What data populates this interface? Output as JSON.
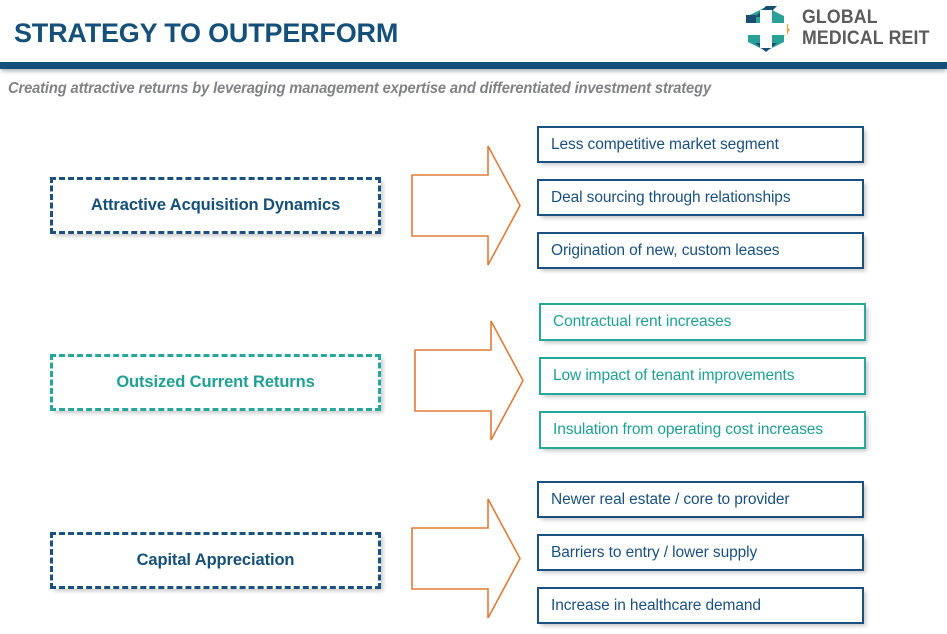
{
  "header": {
    "title": "STRATEGY TO OUTPERFORM",
    "subtitle": "Creating attractive returns by leveraging management expertise and differentiated investment strategy",
    "rule_color": "#15507A",
    "title_color": "#15507A",
    "subtitle_color": "#808285"
  },
  "logo": {
    "mark_name": "global-medical-reit-pinwheel-cross-logo",
    "line1": "GLOBAL",
    "line2": "MEDICAL REIT",
    "text_color": "#5B5B5B",
    "teal": "#2AA198",
    "navy": "#1B4F72",
    "orange": "#F09A35"
  },
  "colors": {
    "navy": "#1B5180",
    "teal": "#27A79B",
    "orange": "#E07B39",
    "white": "#FFFFFF"
  },
  "rows": [
    {
      "pillar": "Attractive Acquisition Dynamics",
      "accent": "navy",
      "arrow_name": "orange-right-arrow",
      "outcomes": [
        "Less competitive market segment",
        "Deal sourcing through relationships",
        "Origination of new, custom leases"
      ]
    },
    {
      "pillar": "Outsized Current Returns",
      "accent": "teal",
      "arrow_name": "orange-right-arrow",
      "outcomes": [
        "Contractual rent increases",
        "Low impact of tenant improvements",
        "Insulation from operating cost increases"
      ]
    },
    {
      "pillar": "Capital Appreciation",
      "accent": "navy",
      "arrow_name": "orange-right-arrow",
      "outcomes": [
        "Newer real estate / core to provider",
        "Barriers to entry / lower supply",
        "Increase in healthcare demand"
      ]
    }
  ]
}
